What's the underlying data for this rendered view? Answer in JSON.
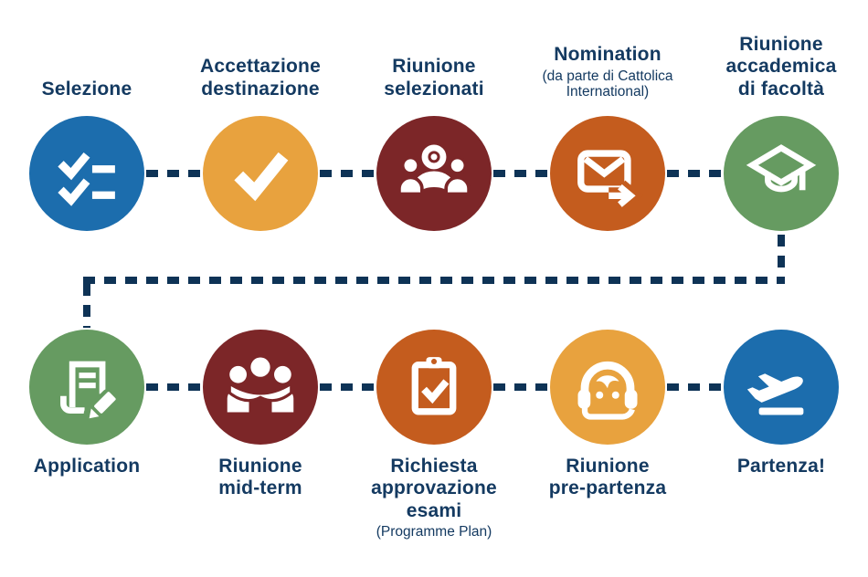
{
  "palette": {
    "text_navy": "#143A61",
    "connector_navy": "#0E3356",
    "blue": "#1C6DAD",
    "gold": "#E8A23E",
    "maroon": "#7C2628",
    "rust": "#C45C1E",
    "green": "#669B61",
    "white": "#FFFFFF"
  },
  "rows": [
    {
      "name": "top",
      "steps": [
        {
          "label": "Selezione",
          "color_key": "blue",
          "icon": "checklist-icon"
        },
        {
          "label": "Accettazione\ndestinazione",
          "color_key": "gold",
          "icon": "checkmark-icon"
        },
        {
          "label": "Riunione\nselezionati",
          "color_key": "maroon",
          "icon": "audience-icon"
        },
        {
          "label": "Nomination",
          "sublabel": "(da parte di Cattolica International)",
          "color_key": "rust",
          "icon": "mail-forward-icon"
        },
        {
          "label": "Riunione\naccademica\ndi facoltà",
          "color_key": "green",
          "icon": "graduation-cap-icon"
        }
      ]
    },
    {
      "name": "bottom",
      "steps": [
        {
          "label": "Application",
          "color_key": "green",
          "icon": "application-form-icon"
        },
        {
          "label": "Riunione\nmid-term",
          "color_key": "maroon",
          "icon": "meeting-icon"
        },
        {
          "label": "Richiesta\napprovazione\nesami",
          "sublabel": "(Programme Plan)",
          "color_key": "rust",
          "icon": "clipboard-check-icon"
        },
        {
          "label": "Riunione\npre-partenza",
          "color_key": "gold",
          "icon": "headset-icon"
        },
        {
          "label": "Partenza!",
          "color_key": "blue",
          "icon": "plane-departure-icon"
        }
      ]
    }
  ]
}
